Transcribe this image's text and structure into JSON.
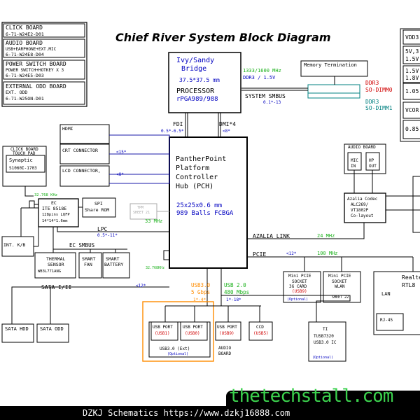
{
  "title": "Chief River System Block Diagram",
  "boards": {
    "click_board": {
      "title": "CLICK BOARD",
      "part": "6-71-W24E2-D01"
    },
    "audio_board": {
      "title": "AUDIO BOARD",
      "sub": "USB+EARPHONE+EXT.MIC",
      "part": "6-71-W24E8-D04"
    },
    "power_switch_board": {
      "title": "POWER SWITCH BOARD",
      "sub": "POWER SWITCH+HOTKEY X 3",
      "part": "6-71-W24E5-D03"
    },
    "external_odd_board": {
      "title": "EXTERNAL ODD BOARD",
      "sub": "EXT. ODD",
      "part": "6-71-W25ON-D01"
    }
  },
  "cpu": {
    "line1": "Ivy/Sandy",
    "line2": "Bridge",
    "size": "37.5*37.5 mm",
    "name": "PROCESSOR",
    "pkg": "rPGA989/988"
  },
  "memory": {
    "speed": "1333/1600 MHz",
    "type": "DDR3 / 1.5V",
    "termination": "Memory Termination",
    "smbus": "SYSTEM SMBUS",
    "smbus_page": "0.1*-13",
    "dimm0_a": "DDR3",
    "dimm0_b": "SO-DIMM0",
    "dimm1_a": "DDR3",
    "dimm1_b": "SO-DIMM1"
  },
  "fdi": {
    "label": "FDI",
    "page": "0.5*-6.5*"
  },
  "dmi": {
    "label": "DMI*4",
    "page": "<8*"
  },
  "pch": {
    "line1": "PantherPoint",
    "line2": "Platform",
    "line3": "Controller",
    "line4": "Hub (PCH)",
    "size": "25x25x0.6 mm",
    "balls": "989 Balls FCBGA"
  },
  "display": {
    "hdmi": "HDMI",
    "crt": "CRT CONNECTOR",
    "crt_page": "<15*",
    "lcd": "LCD CONNECTOR,",
    "lcd_page": "<8*"
  },
  "touchpad": {
    "title1": "CLICK BOARD",
    "title2": "TOUCH PAD",
    "chip": "Synaptic",
    "part": "S1060I-1703"
  },
  "ec": {
    "clock": "32.768 KHz",
    "title": "EC",
    "chip": "ITE 8518E",
    "pkg": "128pins LQFP",
    "size": "14*14*1.6mm",
    "spi1": "SPI",
    "spi2": "Share ROM",
    "tpm1": "TPM",
    "tpm2": "SHEET 21",
    "tpm_freq": "33 MHz"
  },
  "lpc": {
    "label": "LPC",
    "page": "0.5*-11*"
  },
  "kb": "INT. K/B",
  "ec_smbus": "EC SMBUS",
  "thermal": {
    "l1": "THERMAL",
    "l2": "SENSOR",
    "l3": "WB3L771ANG"
  },
  "fan": {
    "l1": "SMART",
    "l2": "FAN"
  },
  "battery": {
    "l1": "SMART",
    "l2": "BATTERY"
  },
  "sata": {
    "label": "SATA I/II",
    "page": "<12*",
    "hdd": "SATA HDD",
    "odd": "SATA ODD"
  },
  "pch_clock": "32.768KHz",
  "power_rails": {
    "r1": "VDD3",
    "r2a": "5V,3",
    "r2b": "1.5V",
    "r3a": "1.5V",
    "r3b": "1.8V",
    "r4": "1.05",
    "r5": "VCOR",
    "r6": "0.85"
  },
  "audio": {
    "board": "AUDIO BOARD",
    "mic1": "MIC",
    "mic2": "IN",
    "hp1": "HP",
    "hp2": "OUT",
    "codec1": "Azalia Codec",
    "codec2": "ALC269/",
    "codec3": "VT1802P",
    "codec4": "Co-layout"
  },
  "azalia": {
    "label": "AZALIA LINK",
    "freq": "24 MHz"
  },
  "pcie": {
    "label": "PCIE",
    "page": "<12*",
    "freq": "100 MHz"
  },
  "wlan3g": {
    "l1": "Mini PCIE",
    "l2": "SOCKET",
    "l3": "3G CARD",
    "l4": "(USB9)",
    "note": "(Optional)"
  },
  "wlan": {
    "l1": "Mini PCIE",
    "l2": "SOCKET",
    "l3": "WLAN",
    "sheet": "SHEET 22"
  },
  "lan": {
    "vendor": "Realte",
    "chip": "RTL8",
    "label": "LAN",
    "jack": "RJ-45"
  },
  "usb3": {
    "l1": "USB3.0",
    "l2": "5 Gbps",
    "page": "1*-4*",
    "port0a": "USB PORT",
    "port0b": "(USB1)",
    "port1a": "USB PORT",
    "port1b": "(USB0)",
    "ext": "USB3.0 (Ext)",
    "opt": "(Optional)"
  },
  "usb2": {
    "l1": "USB 2.0",
    "l2": "480 Mbps",
    "page": "1*-18*",
    "port2a": "USB PORT",
    "port2b": "(USB9)",
    "audio1": "AUDIO",
    "audio2": "BOARD",
    "ccd1": "CCD",
    "ccd2": "(USB5)"
  },
  "ti": {
    "l1": "TI",
    "l2": "TUSB7320",
    "l3": "USB3.0 IC",
    "opt": "(Optional)"
  },
  "footer": "DZKJ Schematics https://www.dzkj16888.com",
  "watermark": "thetechstall.com",
  "colors": {
    "line": "#000000",
    "bus": "#1a1aa8",
    "label": "#0000c0",
    "freq": "#18b018",
    "usb3": "#ff8c00",
    "red": "#d00000",
    "teal": "#008080",
    "gray": "#aaaaaa",
    "watermark": "#3bd14d"
  }
}
